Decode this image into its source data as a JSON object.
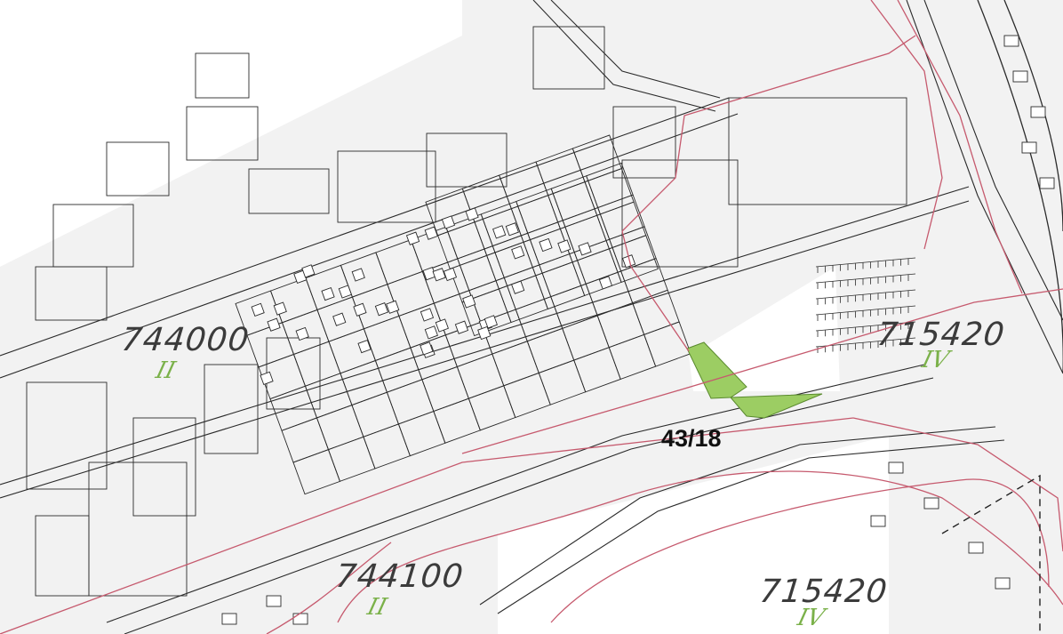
{
  "map": {
    "parcel_label": "43/18",
    "zones": [
      {
        "code": "744000",
        "class": "II"
      },
      {
        "code": "715420",
        "class": "IV"
      },
      {
        "code": "744100",
        "class": "II"
      },
      {
        "code": "715420",
        "class": "IV"
      }
    ]
  },
  "colors": {
    "background": "#f2f2f2",
    "lines": "#2b2b2b",
    "boundary": "#c65a6e",
    "highlight": "#9ccd63"
  }
}
